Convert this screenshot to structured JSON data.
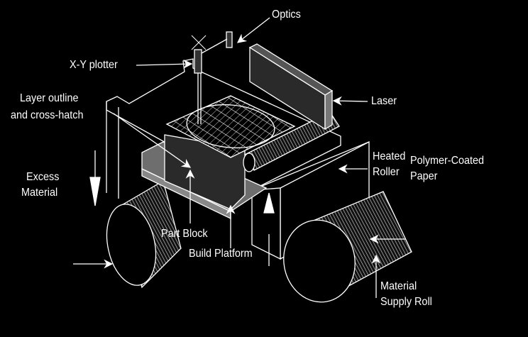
{
  "title": "Laminated Object Manufacturing schematic",
  "labels": {
    "optics": "Optics",
    "xy_plotter": "X-Y plotter",
    "layer_outline_1": "Layer outline",
    "layer_outline_2": "and cross-hatch",
    "laser": "Laser",
    "heated_roller_1": "Heated",
    "heated_roller_2": "Roller",
    "polymer_paper_1": "Polymer-Coated",
    "polymer_paper_2": "Paper",
    "excess_1": "Excess",
    "excess_2": "Material",
    "part_block": "Part Block",
    "build_platform": "Build Platform",
    "supply_1": "Material",
    "supply_2": "Supply Roll"
  },
  "colors": {
    "background": "#000000",
    "line": "#ffffff",
    "dark_fill": "#2a2a2a",
    "mid_fill": "#6e6e6e"
  }
}
